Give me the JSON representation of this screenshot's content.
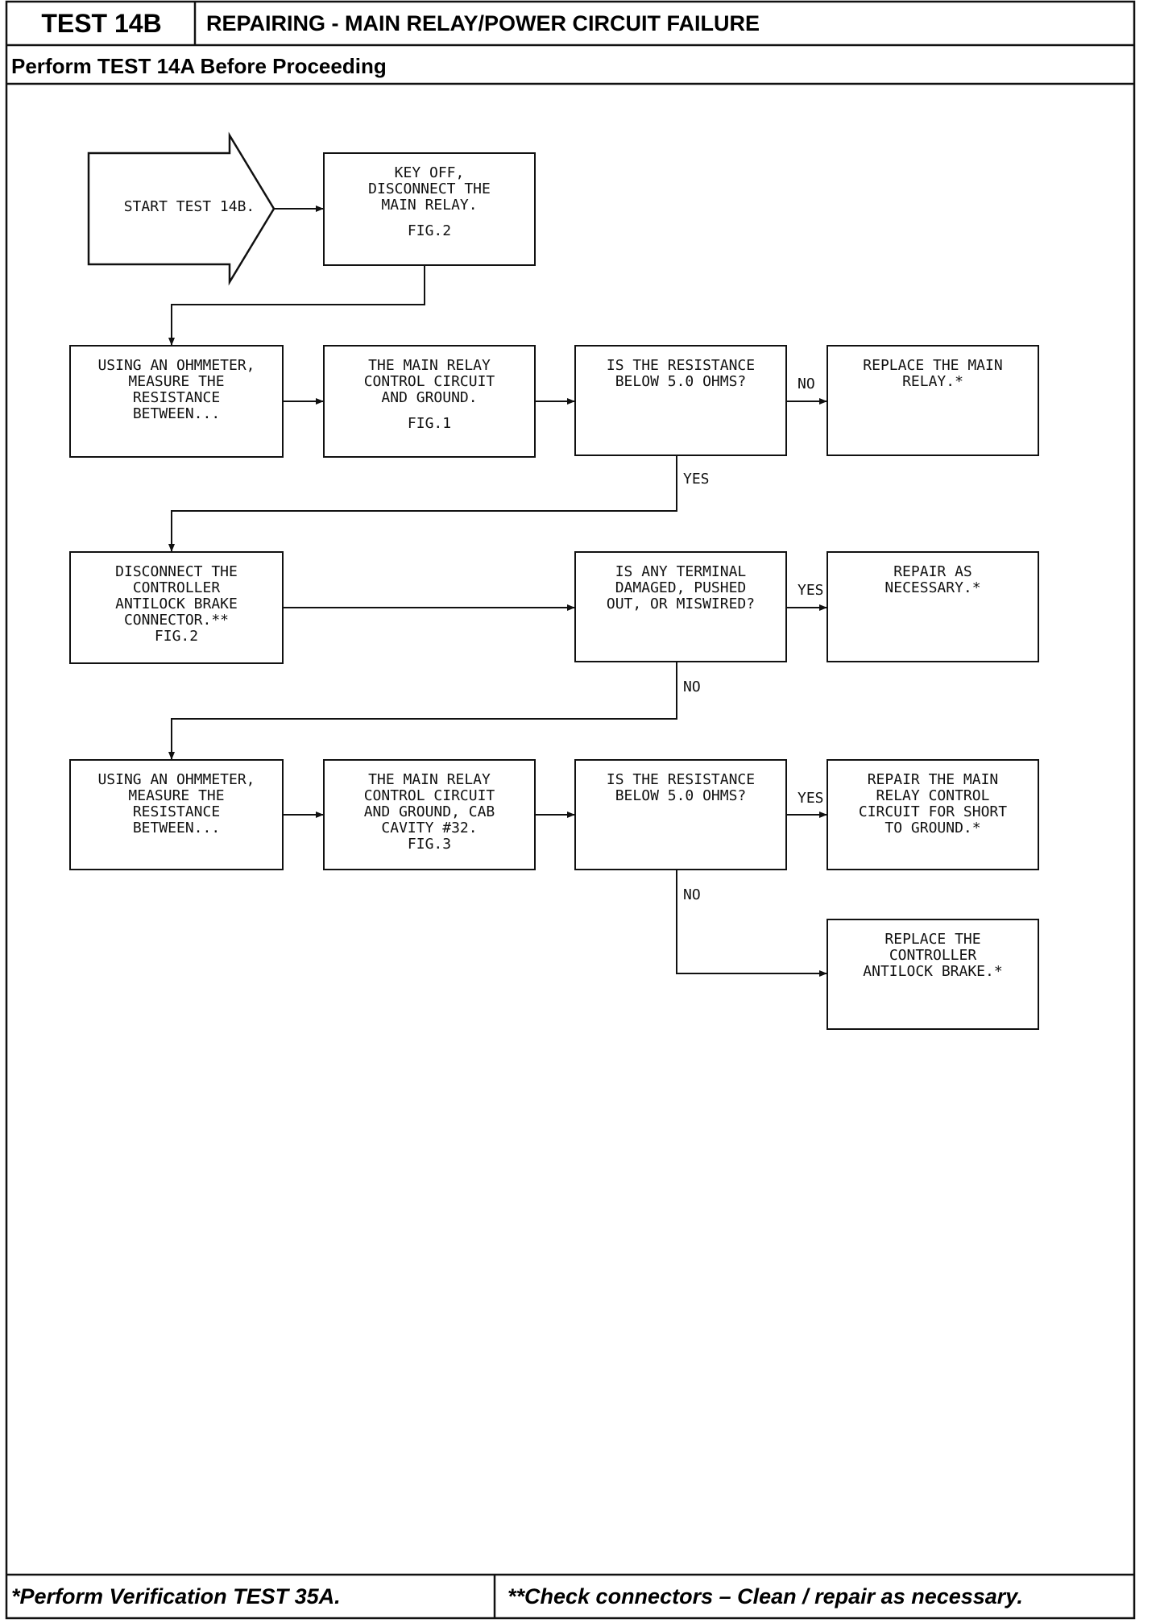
{
  "header": {
    "test_id": "TEST 14B",
    "title": "REPAIRING - MAIN RELAY/POWER CIRCUIT FAILURE",
    "subtitle": "Perform TEST 14A Before Proceeding"
  },
  "flowchart": {
    "start": "START TEST 14B.",
    "n1": [
      "KEY OFF,",
      "DISCONNECT THE",
      "MAIN RELAY.",
      "",
      "FIG.2"
    ],
    "n2": [
      "USING AN OHMMETER,",
      "MEASURE THE",
      "RESISTANCE",
      "BETWEEN..."
    ],
    "n3": [
      "THE MAIN RELAY",
      "CONTROL CIRCUIT",
      "AND GROUND.",
      "",
      "FIG.1"
    ],
    "n4": [
      "IS THE RESISTANCE",
      "BELOW 5.0 OHMS?"
    ],
    "n5": [
      "REPLACE THE MAIN",
      "RELAY.*"
    ],
    "n6": [
      "DISCONNECT THE",
      "CONTROLLER",
      "ANTILOCK BRAKE",
      "CONNECTOR.**",
      "FIG.2"
    ],
    "n7": [
      "IS ANY TERMINAL",
      "DAMAGED, PUSHED",
      "OUT, OR MISWIRED?"
    ],
    "n8": [
      "REPAIR AS",
      "NECESSARY.*"
    ],
    "n9": [
      "USING AN OHMMETER,",
      "MEASURE THE",
      "RESISTANCE",
      "BETWEEN..."
    ],
    "n10": [
      "THE MAIN RELAY",
      "CONTROL CIRCUIT",
      "AND GROUND, CAB",
      "CAVITY #32.",
      "FIG.3"
    ],
    "n11": [
      "IS THE RESISTANCE",
      "BELOW 5.0 OHMS?"
    ],
    "n12": [
      "REPAIR THE MAIN",
      "RELAY CONTROL",
      "CIRCUIT FOR SHORT",
      "TO GROUND.*"
    ],
    "n13": [
      "REPLACE THE",
      "CONTROLLER",
      "ANTILOCK BRAKE.*"
    ],
    "labels": {
      "n4_no": "NO",
      "n4_yes": "YES",
      "n7_yes": "YES",
      "n7_no": "NO",
      "n11_yes": "YES",
      "n11_no": "NO"
    }
  },
  "footer": {
    "note1": "*Perform Verification TEST 35A.",
    "note2": "**Check connectors – Clean / repair as necessary."
  }
}
